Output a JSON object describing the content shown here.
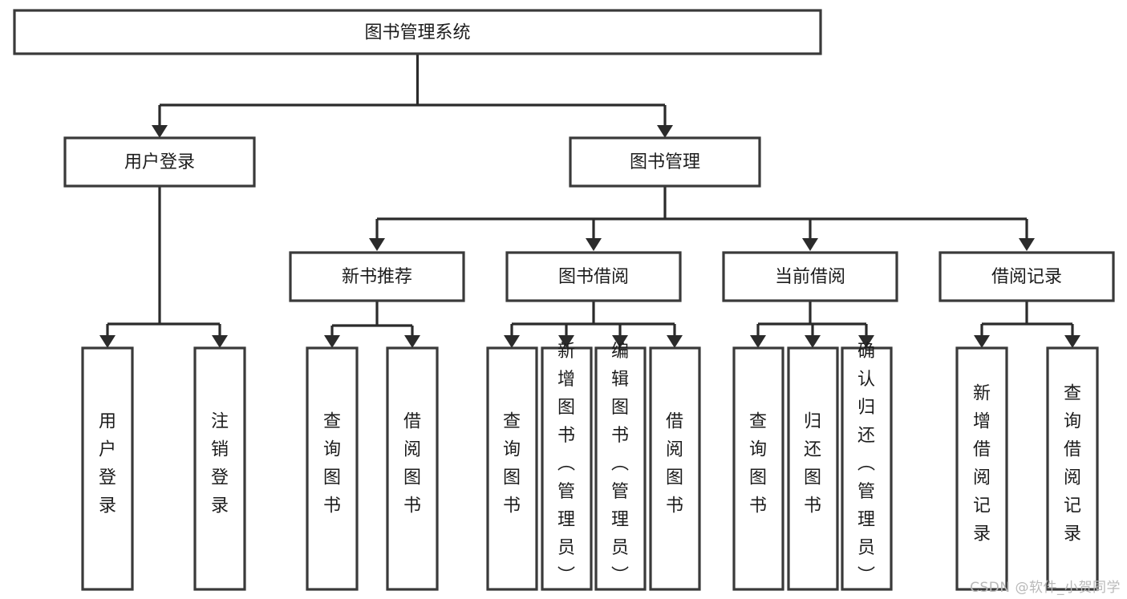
{
  "diagram": {
    "title": "图书管理系统",
    "type": "tree",
    "watermark": "CSDN @软件_小贺同学",
    "colors": {
      "box_stroke": "#3a3a3a",
      "box_fill": "#ffffff",
      "edge": "#2b2b2b",
      "text": "#1c1c1c",
      "watermark": "#b9b9b9",
      "background": "#ffffff"
    },
    "root": {
      "label": "图书管理系统"
    },
    "level2": [
      {
        "label": "用户登录"
      },
      {
        "label": "图书管理"
      }
    ],
    "level3": [
      {
        "label": "新书推荐"
      },
      {
        "label": "图书借阅"
      },
      {
        "label": "当前借阅"
      },
      {
        "label": "借阅记录"
      }
    ],
    "leaves": {
      "user_login": [
        {
          "label": "用户登录"
        },
        {
          "label": "注销登录"
        }
      ],
      "new_book": [
        {
          "label": "查询图书"
        },
        {
          "label": "借阅图书"
        }
      ],
      "book_borrow": [
        {
          "label": "查询图书"
        },
        {
          "label": "新增图书（管理员）"
        },
        {
          "label": "编辑图书（管理员）"
        },
        {
          "label": "借阅图书"
        }
      ],
      "current_borrow": [
        {
          "label": "查询图书"
        },
        {
          "label": "归还图书"
        },
        {
          "label": "确认归还（管理员）"
        }
      ],
      "borrow_record": [
        {
          "label": "新增借阅记录"
        },
        {
          "label": "查询借阅记录"
        }
      ]
    }
  }
}
